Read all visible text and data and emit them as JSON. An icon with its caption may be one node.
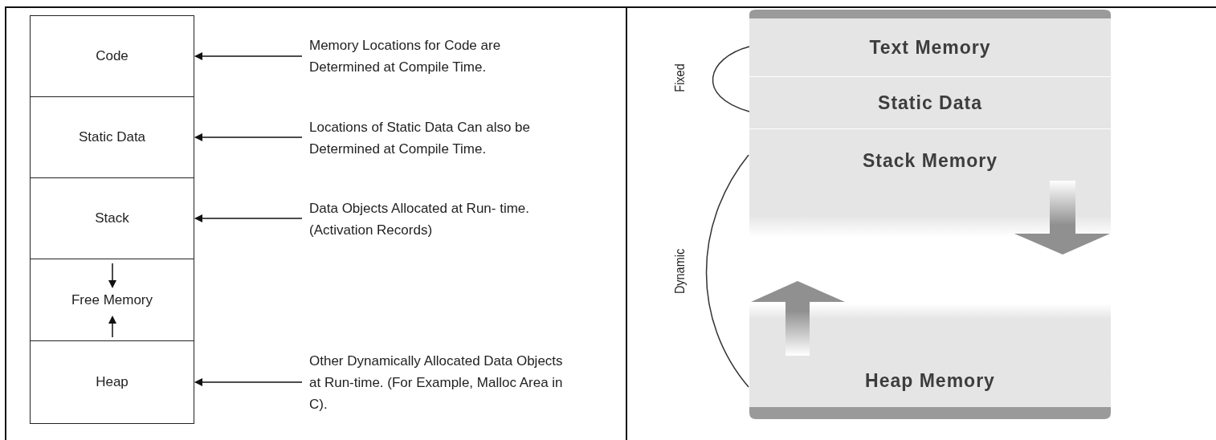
{
  "diagram": {
    "nodes": [
      {
        "text": [
          "Code"
        ]
      },
      {
        "text": [
          "Static Data"
        ]
      },
      {
        "text": [
          "Stack"
        ]
      },
      {
        "text": [
          "Free Memory"
        ]
      },
      {
        "text": [
          "Heap"
        ]
      },
      {
        "text": [
          "Memory Locations for Code are Determined at Compile Time."
        ]
      },
      {
        "text": [
          "Locations of Static Data Can also be Determined at Compile Time."
        ]
      },
      {
        "text": [
          "Data Objects Allocated at Run- time. (Activation Records)"
        ]
      },
      {
        "text": [
          "Other Dynamically Allocated Data Objects at Run-time. (For Example, Malloc Area in C)."
        ]
      },
      {
        "text": [
          "Text Memory"
        ]
      },
      {
        "text": [
          "Static Data"
        ]
      },
      {
        "text": [
          "Stack Memory"
        ]
      },
      {
        "text": [
          "Heap Memory"
        ]
      }
    ],
    "edges": [
      {
        "from": 5,
        "to": 0,
        "arrow": "to"
      },
      {
        "from": 6,
        "to": 1,
        "arrow": "to"
      },
      {
        "from": 7,
        "to": 2,
        "arrow": "to"
      },
      {
        "from": 8,
        "to": 4,
        "arrow": "to"
      }
    ],
    "labels": [
      "Fixed",
      "Dynamic"
    ]
  }
}
